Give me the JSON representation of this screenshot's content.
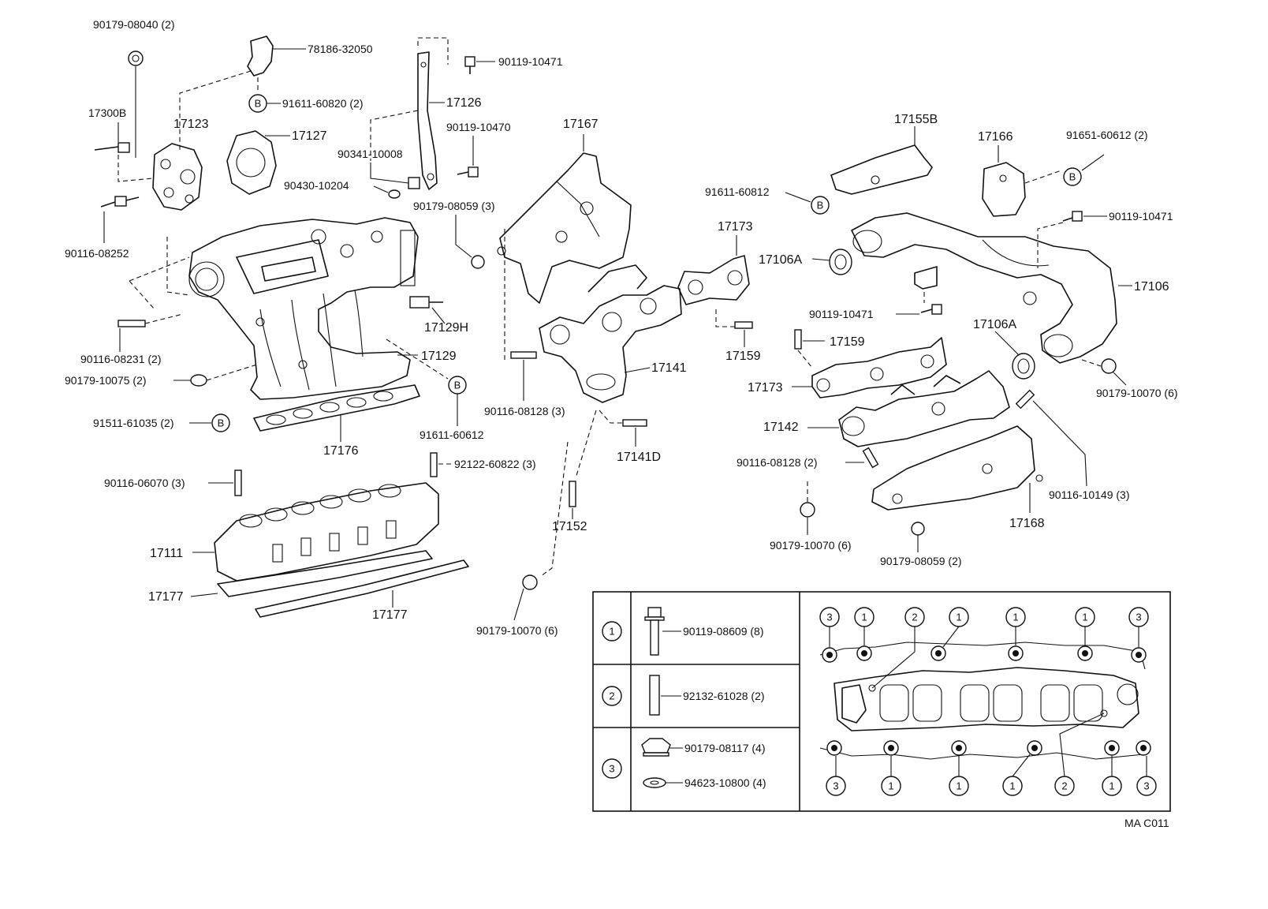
{
  "callouts": {
    "c1": "90179-08040 (2)",
    "c2": "78186-32050",
    "c3": "91611-60820 (2)",
    "c4": "17300B",
    "c5": "17123",
    "c6": "17127",
    "c7": "90116-08252",
    "c8": "90341-10008",
    "c9": "90430-10204",
    "c10": "17126",
    "c11": "90119-10471",
    "c12": "90119-10470",
    "c13": "90179-08059 (3)",
    "c14": "17129H",
    "c15": "17129",
    "c16": "90116-08231 (2)",
    "c17": "90179-10075 (2)",
    "c18": "91511-61035 (2)",
    "c19": "91611-60612",
    "c20": "17176",
    "c21": "92122-60822 (3)",
    "c22": "90116-06070 (3)",
    "c23": "17111",
    "c24": "17177",
    "c25": "17177",
    "c26": "17167",
    "c27": "17141",
    "c28": "90116-08128 (3)",
    "c29": "17141D",
    "c30": "17152",
    "c31": "90179-10070 (6)",
    "c32": "17173",
    "c33": "17159",
    "c34": "17155B",
    "c35": "17166",
    "c36": "91651-60612 (2)",
    "c37": "91611-60812",
    "c38": "90119-10471",
    "c39": "17106A",
    "c40": "17106",
    "c41": "90119-10471",
    "c42": "17106A",
    "c43": "17159",
    "c44": "17173",
    "c45": "17142",
    "c46": "90179-10070 (6)",
    "c47": "90116-08128 (2)",
    "c48": "90116-10149 (3)",
    "c49": "17168",
    "c50": "90179-10070 (6)",
    "c51": "90179-08059 (2)",
    "b_marker": "B"
  },
  "table": {
    "row1": {
      "num": "1",
      "part": "90119-08609 (8)"
    },
    "row2": {
      "num": "2",
      "part": "92132-61028 (2)"
    },
    "row3": {
      "num": "3",
      "part_a": "90179-08117 (4)",
      "part_b": "94623-10800 (4)"
    },
    "gasket_top": [
      "3",
      "1",
      "2",
      "1",
      "1",
      "1",
      "3"
    ],
    "gasket_bottom": [
      "3",
      "1",
      "1",
      "1",
      "2",
      "1",
      "3"
    ]
  },
  "code": "MA C011"
}
